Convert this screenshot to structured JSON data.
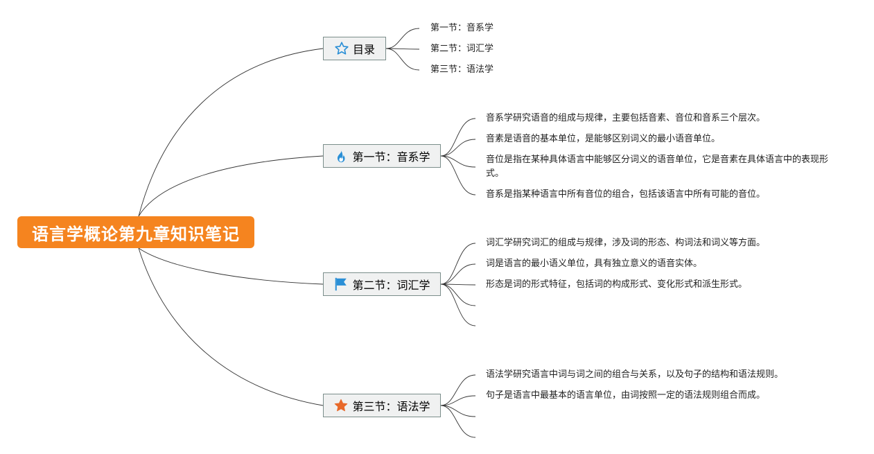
{
  "root": {
    "title": "语言学概论第九章知识笔记",
    "color": "#f5841f"
  },
  "branches": [
    {
      "label": "目录",
      "icon": "star-outline-icon",
      "icon_color": "#2a8fd6",
      "children": [
        "第一节：音系学",
        "第二节：词汇学",
        "第三节：语法学"
      ]
    },
    {
      "label": "第一节：音系学",
      "icon": "flame-icon",
      "icon_color": "#2a8fd6",
      "children": [
        "音系学研究语音的组成与规律，主要包括音素、音位和音系三个层次。",
        "音素是语音的基本单位，是能够区别词义的最小语音单位。",
        "音位是指在某种具体语言中能够区分词义的语音单位，它是音素在具体语言中的表现形式。",
        "音系是指某种语言中所有音位的组合，包括该语言中所有可能的音位。"
      ]
    },
    {
      "label": "第二节：词汇学",
      "icon": "flag-icon",
      "icon_color": "#2a8fd6",
      "children": [
        "词汇学研究词汇的组成与规律，涉及词的形态、构词法和词义等方面。",
        "词是语言的最小语义单位，具有独立意义的语音实体。",
        "形态是词的形式特征，包括词的构成形式、变化形式和派生形式。",
        "",
        ""
      ]
    },
    {
      "label": "第三节：语法学",
      "icon": "star-filled-icon",
      "icon_color": "#e8692a",
      "children": [
        "语法学研究语言中词与词之间的组合与关系，以及句子的结构和语法规则。",
        "句子是语言中最基本的语言单位，由词按照一定的语法规则组合而成。",
        "",
        ""
      ]
    }
  ]
}
